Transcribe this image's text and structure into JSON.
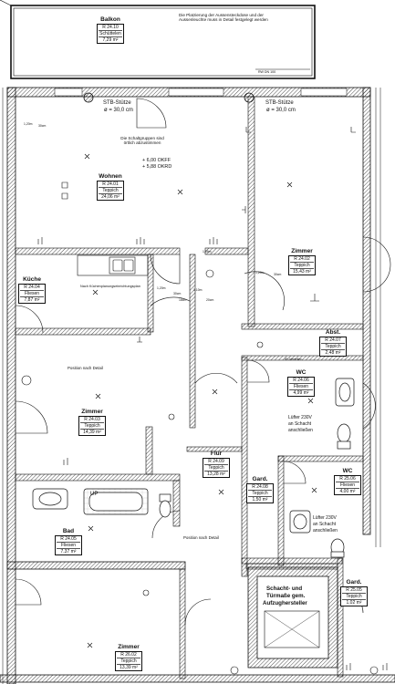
{
  "rooms": [
    {
      "id": "balkon",
      "name": "Balkon",
      "number": "R 24.10",
      "floor": "Schüttelen",
      "area": "7,29 m²"
    },
    {
      "id": "wohnen",
      "name": "Wohnen",
      "number": "R 24.01",
      "floor": "Teppich",
      "area": "24,06 m²"
    },
    {
      "id": "zimmer1",
      "name": "Zimmer",
      "number": "R 24.02",
      "floor": "Teppich",
      "area": "15,43 m²"
    },
    {
      "id": "kueche",
      "name": "Küche",
      "number": "R 24.04",
      "floor": "Fliesen",
      "area": "7,87 m²"
    },
    {
      "id": "abst",
      "name": "Abst.",
      "number": "R 24.07",
      "floor": "Teppich",
      "area": "2,48 m²"
    },
    {
      "id": "wc1",
      "name": "WC",
      "number": "R 24.06",
      "floor": "Fliesen",
      "area": "4,99 m²"
    },
    {
      "id": "zimmer2",
      "name": "Zimmer",
      "number": "R 24.03",
      "floor": "Teppich",
      "area": "14,39 m²"
    },
    {
      "id": "flur",
      "name": "Flur",
      "number": "R 24.09",
      "floor": "Teppich",
      "area": "13,28 m²"
    },
    {
      "id": "gard1",
      "name": "Gard.",
      "number": "R 24.08",
      "floor": "Teppich",
      "area": "1,50 m²"
    },
    {
      "id": "wc2",
      "name": "WC",
      "number": "R 25.06",
      "floor": "Fliesen",
      "area": "4,00 m²"
    },
    {
      "id": "bad",
      "name": "Bad",
      "number": "R 24.05",
      "floor": "Fliesen",
      "area": "7,37 m²"
    },
    {
      "id": "gard2",
      "name": "Gard.",
      "number": "R 25.05",
      "floor": "Teppich",
      "area": "1,02 m²"
    },
    {
      "id": "zimmer3",
      "name": "Zimmer",
      "number": "R 26.02",
      "floor": "Teppich",
      "area": "13,39 m²"
    }
  ],
  "notes": {
    "balcony_note": "Die Platzierung der Aussensteckdose und der Aussenleuchte muss in Detail festgelegt werden",
    "column_left": "STB-Stütze",
    "column_left_dia": "ø = 30,0 cm",
    "column_right": "STB-Stütze",
    "column_right_dia": "ø = 30,0 cm",
    "switch_note": "Die Schaltgruppen sind örtlich abzustimmen",
    "level_okff": "+ 6,00 OKFF",
    "level_okrd": "+ 5,88 OKRD",
    "kitchen_fittings": "Nach Küchenplanungseinrichtungsplan",
    "position_detail_1": "Position nach Detail",
    "position_detail_2": "Position nach Detail",
    "fan_wc1_a": "Lüfter 230V",
    "fan_wc1_b": "an Schacht",
    "fan_wc1_c": "anschließen",
    "fan_wc2_a": "Lüfter 230V",
    "fan_wc2_b": "an Schacht",
    "fan_wc2_c": "anschließen",
    "shaft_a": "Schacht- und",
    "shaft_b": "Türmaße gem.",
    "shaft_c": "Aufzughersteller",
    "ip_distributor": "IP-Verteiler",
    "up": "UP",
    "dim_120_1": "1,20m",
    "dim_120_2": "1,20m",
    "dim_120_3": "1,20m",
    "dim_30_1": "30cm",
    "dim_30_2": "30cm",
    "dim_30_3": "30cm",
    "dim_110": "1,10m",
    "dim_105": "1,05m",
    "dim_18": "18cm",
    "dim_20": "20cm",
    "top_marker": "RW DN 100"
  }
}
